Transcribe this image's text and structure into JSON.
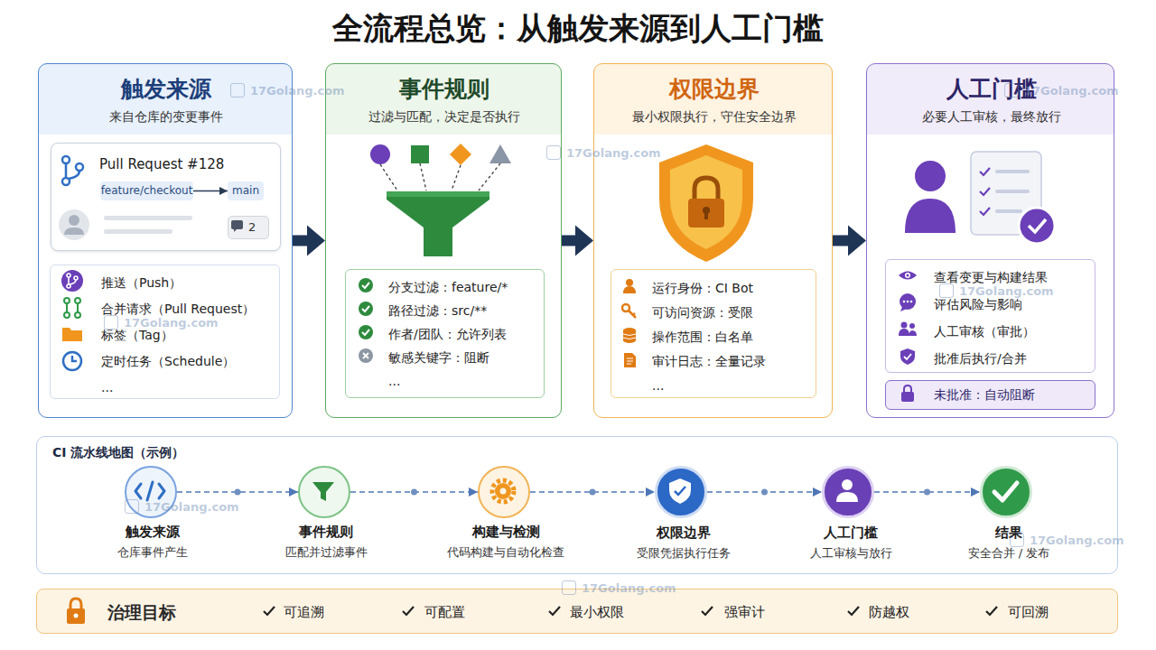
{
  "diagram": {
    "title": "全流程总览：从触发来源到人工门槛",
    "nodes": [
      {
        "text": [
          "触发来源",
          "来自仓库的变更事件"
        ]
      },
      {
        "text": [
          "Pull Request #128"
        ],
        "in": 0
      },
      {
        "text": [
          "feature/checkout"
        ],
        "in": 1
      },
      {
        "text": [
          "main"
        ],
        "in": 1
      },
      {
        "text": [
          "2"
        ],
        "in": 1
      },
      {
        "text": [
          "推送（Push）",
          "合并请求（Pull Request）",
          "标签（Tag）",
          "定时任务（Schedule）",
          "..."
        ],
        "in": 0
      },
      {
        "text": [
          "事件规则",
          "过滤与匹配，决定是否执行"
        ]
      },
      {
        "text": [
          "分支过滤：feature/*",
          "路径过滤：src/**",
          "作者/团队：允许列表",
          "敏感关键字：阻断",
          "..."
        ],
        "in": 6
      },
      {
        "text": [
          "权限边界",
          "最小权限执行，守住安全边界"
        ]
      },
      {
        "text": [
          "运行身份：CI Bot",
          "可访问资源：受限",
          "操作范围：白名单",
          "审计日志：全量记录",
          "..."
        ],
        "in": 8
      },
      {
        "text": [
          "人工门槛",
          "必要人工审核，最终放行"
        ]
      },
      {
        "text": [
          "查看变更与构建结果",
          "评估风险与影响",
          "人工审核（审批）",
          "批准后执行/合并"
        ],
        "in": 10
      },
      {
        "text": [
          "未批准：自动阻断"
        ],
        "in": 10
      },
      {
        "text": [
          "CI 流水线地图（示例）"
        ]
      },
      {
        "text": [
          "触发来源",
          "仓库事件产生"
        ],
        "in": 13
      },
      {
        "text": [
          "事件规则",
          "匹配并过滤事件"
        ],
        "in": 13
      },
      {
        "text": [
          "构建与检测",
          "代码构建与自动化检查"
        ],
        "in": 13
      },
      {
        "text": [
          "权限边界",
          "受限凭据执行任务"
        ],
        "in": 13
      },
      {
        "text": [
          "人工门槛",
          "人工审核与放行"
        ],
        "in": 13
      },
      {
        "text": [
          "结果",
          "安全合并 / 发布"
        ],
        "in": 13
      },
      {
        "text": [
          "治理目标",
          "可追溯",
          "可配置",
          "最小权限",
          "强审计",
          "防越权",
          "可回溯"
        ]
      }
    ],
    "edges": [
      {
        "from": 2,
        "to": 3,
        "arrow": "to"
      },
      {
        "from": 0,
        "to": 6,
        "arrow": "to"
      },
      {
        "from": 6,
        "to": 8,
        "arrow": "to"
      },
      {
        "from": 8,
        "to": 10,
        "arrow": "to"
      },
      {
        "from": 14,
        "to": 15,
        "arrow": "to"
      },
      {
        "from": 15,
        "to": 16,
        "arrow": "to"
      },
      {
        "from": 16,
        "to": 17,
        "arrow": "to"
      },
      {
        "from": 17,
        "to": 18,
        "arrow": "to"
      },
      {
        "from": 18,
        "to": 19,
        "arrow": "to"
      }
    ],
    "labels": [
      "17Golang.com",
      "17Golang.com",
      "17Golang.com",
      "17Golang.com",
      "17Golang.com",
      "17Golang.com",
      "17Golang.com",
      "17Golang.com"
    ]
  }
}
